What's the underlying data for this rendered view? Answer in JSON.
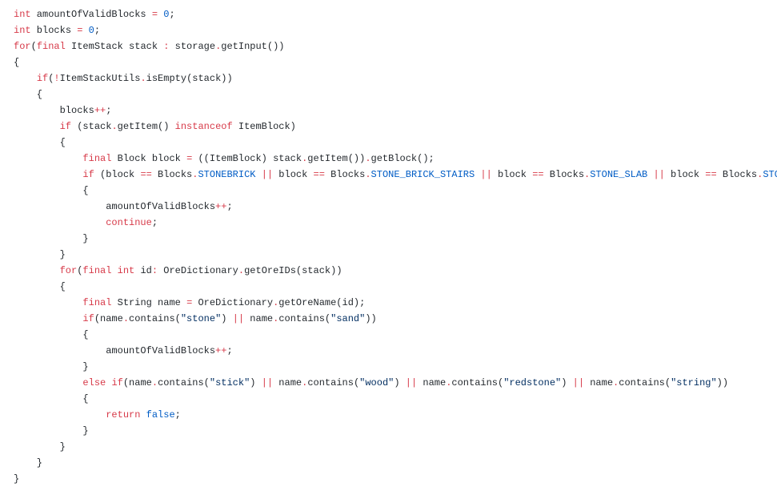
{
  "colors": {
    "background": "#ffffff",
    "text": "#24292e",
    "keyword": "#d73a49",
    "number": "#005cc5",
    "constant": "#005cc5",
    "string": "#032f62"
  },
  "code": {
    "lines": [
      [
        [
          "kw",
          "int"
        ],
        [
          "plain",
          " amountOfValidBlocks "
        ],
        [
          "op",
          "="
        ],
        [
          "plain",
          " "
        ],
        [
          "num",
          "0"
        ],
        [
          "plain",
          ";"
        ]
      ],
      [
        [
          "kw",
          "int"
        ],
        [
          "plain",
          " blocks "
        ],
        [
          "op",
          "="
        ],
        [
          "plain",
          " "
        ],
        [
          "num",
          "0"
        ],
        [
          "plain",
          ";"
        ]
      ],
      [
        [
          "kw",
          "for"
        ],
        [
          "plain",
          "("
        ],
        [
          "kw",
          "final"
        ],
        [
          "plain",
          " ItemStack stack "
        ],
        [
          "op",
          ":"
        ],
        [
          "plain",
          " storage"
        ],
        [
          "op",
          "."
        ],
        [
          "plain",
          "getInput())"
        ]
      ],
      [
        [
          "plain",
          "{"
        ]
      ],
      [
        [
          "plain",
          "    "
        ],
        [
          "kw",
          "if"
        ],
        [
          "plain",
          "("
        ],
        [
          "op",
          "!"
        ],
        [
          "plain",
          "ItemStackUtils"
        ],
        [
          "op",
          "."
        ],
        [
          "plain",
          "isEmpty(stack))"
        ]
      ],
      [
        [
          "plain",
          "    {"
        ]
      ],
      [
        [
          "plain",
          "        blocks"
        ],
        [
          "op",
          "++"
        ],
        [
          "plain",
          ";"
        ]
      ],
      [
        [
          "plain",
          "        "
        ],
        [
          "kw",
          "if"
        ],
        [
          "plain",
          " (stack"
        ],
        [
          "op",
          "."
        ],
        [
          "plain",
          "getItem() "
        ],
        [
          "kw",
          "instanceof"
        ],
        [
          "plain",
          " ItemBlock)"
        ]
      ],
      [
        [
          "plain",
          "        {"
        ]
      ],
      [
        [
          "plain",
          "            "
        ],
        [
          "kw",
          "final"
        ],
        [
          "plain",
          " Block block "
        ],
        [
          "op",
          "="
        ],
        [
          "plain",
          " ((ItemBlock) stack"
        ],
        [
          "op",
          "."
        ],
        [
          "plain",
          "getItem())"
        ],
        [
          "op",
          "."
        ],
        [
          "plain",
          "getBlock();"
        ]
      ],
      [
        [
          "plain",
          "            "
        ],
        [
          "kw",
          "if"
        ],
        [
          "plain",
          " (block "
        ],
        [
          "op",
          "=="
        ],
        [
          "plain",
          " Blocks"
        ],
        [
          "op",
          "."
        ],
        [
          "const",
          "STONEBRICK"
        ],
        [
          "plain",
          " "
        ],
        [
          "op",
          "||"
        ],
        [
          "plain",
          " block "
        ],
        [
          "op",
          "=="
        ],
        [
          "plain",
          " Blocks"
        ],
        [
          "op",
          "."
        ],
        [
          "const",
          "STONE_BRICK_STAIRS"
        ],
        [
          "plain",
          " "
        ],
        [
          "op",
          "||"
        ],
        [
          "plain",
          " block "
        ],
        [
          "op",
          "=="
        ],
        [
          "plain",
          " Blocks"
        ],
        [
          "op",
          "."
        ],
        [
          "const",
          "STONE_SLAB"
        ],
        [
          "plain",
          " "
        ],
        [
          "op",
          "||"
        ],
        [
          "plain",
          " block "
        ],
        [
          "op",
          "=="
        ],
        [
          "plain",
          " Blocks"
        ],
        [
          "op",
          "."
        ],
        [
          "const",
          "STONE"
        ]
      ],
      [
        [
          "plain",
          "            {"
        ]
      ],
      [
        [
          "plain",
          "                amountOfValidBlocks"
        ],
        [
          "op",
          "++"
        ],
        [
          "plain",
          ";"
        ]
      ],
      [
        [
          "plain",
          "                "
        ],
        [
          "kw",
          "continue"
        ],
        [
          "plain",
          ";"
        ]
      ],
      [
        [
          "plain",
          "            }"
        ]
      ],
      [
        [
          "plain",
          "        }"
        ]
      ],
      [
        [
          "plain",
          "        "
        ],
        [
          "kw",
          "for"
        ],
        [
          "plain",
          "("
        ],
        [
          "kw",
          "final"
        ],
        [
          "plain",
          " "
        ],
        [
          "kw",
          "int"
        ],
        [
          "plain",
          " id"
        ],
        [
          "op",
          ":"
        ],
        [
          "plain",
          " OreDictionary"
        ],
        [
          "op",
          "."
        ],
        [
          "plain",
          "getOreIDs(stack))"
        ]
      ],
      [
        [
          "plain",
          "        {"
        ]
      ],
      [
        [
          "plain",
          "            "
        ],
        [
          "kw",
          "final"
        ],
        [
          "plain",
          " String name "
        ],
        [
          "op",
          "="
        ],
        [
          "plain",
          " OreDictionary"
        ],
        [
          "op",
          "."
        ],
        [
          "plain",
          "getOreName(id);"
        ]
      ],
      [
        [
          "plain",
          "            "
        ],
        [
          "kw",
          "if"
        ],
        [
          "plain",
          "(name"
        ],
        [
          "op",
          "."
        ],
        [
          "plain",
          "contains("
        ],
        [
          "str",
          "\"stone\""
        ],
        [
          "plain",
          ") "
        ],
        [
          "op",
          "||"
        ],
        [
          "plain",
          " name"
        ],
        [
          "op",
          "."
        ],
        [
          "plain",
          "contains("
        ],
        [
          "str",
          "\"sand\""
        ],
        [
          "plain",
          "))"
        ]
      ],
      [
        [
          "plain",
          "            {"
        ]
      ],
      [
        [
          "plain",
          "                amountOfValidBlocks"
        ],
        [
          "op",
          "++"
        ],
        [
          "plain",
          ";"
        ]
      ],
      [
        [
          "plain",
          "            }"
        ]
      ],
      [
        [
          "plain",
          "            "
        ],
        [
          "kw",
          "else"
        ],
        [
          "plain",
          " "
        ],
        [
          "kw",
          "if"
        ],
        [
          "plain",
          "(name"
        ],
        [
          "op",
          "."
        ],
        [
          "plain",
          "contains("
        ],
        [
          "str",
          "\"stick\""
        ],
        [
          "plain",
          ") "
        ],
        [
          "op",
          "||"
        ],
        [
          "plain",
          " name"
        ],
        [
          "op",
          "."
        ],
        [
          "plain",
          "contains("
        ],
        [
          "str",
          "\"wood\""
        ],
        [
          "plain",
          ") "
        ],
        [
          "op",
          "||"
        ],
        [
          "plain",
          " name"
        ],
        [
          "op",
          "."
        ],
        [
          "plain",
          "contains("
        ],
        [
          "str",
          "\"redstone\""
        ],
        [
          "plain",
          ") "
        ],
        [
          "op",
          "||"
        ],
        [
          "plain",
          " name"
        ],
        [
          "op",
          "."
        ],
        [
          "plain",
          "contains("
        ],
        [
          "str",
          "\"string\""
        ],
        [
          "plain",
          "))"
        ]
      ],
      [
        [
          "plain",
          "            {"
        ]
      ],
      [
        [
          "plain",
          "                "
        ],
        [
          "kw",
          "return"
        ],
        [
          "plain",
          " "
        ],
        [
          "num",
          "false"
        ],
        [
          "plain",
          ";"
        ]
      ],
      [
        [
          "plain",
          "            }"
        ]
      ],
      [
        [
          "plain",
          "        }"
        ]
      ],
      [
        [
          "plain",
          "    }"
        ]
      ],
      [
        [
          "plain",
          "}"
        ]
      ]
    ]
  }
}
